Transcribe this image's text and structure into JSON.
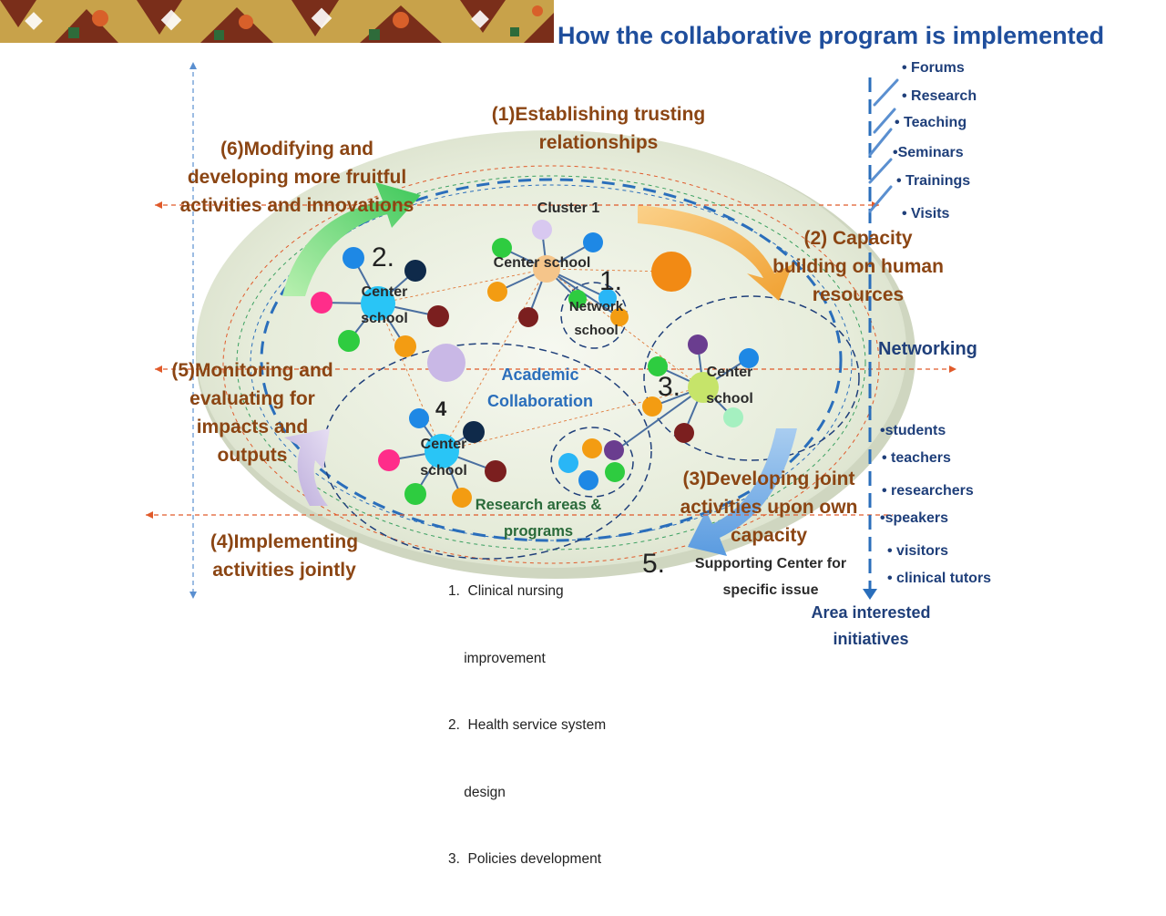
{
  "title": "How the collaborative program is implemented",
  "cycle_steps": {
    "s1": [
      "(1)Establishing trusting",
      "relationships"
    ],
    "s2": [
      "(2) Capacity",
      "building on human",
      "resources"
    ],
    "s3": [
      "(3)Developing joint",
      "activities upon own",
      "capacity"
    ],
    "s4": [
      "(4)Implementing",
      "activities jointly"
    ],
    "s5": [
      "(5)Monitoring and",
      "evaluating for",
      "impacts and",
      "outputs"
    ],
    "s6": [
      "(6)Modifying and",
      "developing more fruitful",
      "activities  and innovations"
    ]
  },
  "clusters": {
    "cluster_label": "Cluster 1",
    "center_school_top": "Center school",
    "num1": "1.",
    "network_school": [
      "Network",
      "school"
    ],
    "num2": "2.",
    "center_school_2": [
      "Center",
      "school"
    ],
    "num3": "3.",
    "center_school_3": [
      "Center",
      "school"
    ],
    "num4": "4",
    "center_school_4": [
      "Center",
      "school"
    ],
    "num5": "5.",
    "supporting_center": [
      "Supporting Center for",
      "specific issue"
    ]
  },
  "academic_collaboration": [
    "Academic",
    "Collaboration"
  ],
  "research_areas": {
    "heading": [
      "Research areas &",
      "programs"
    ],
    "items": [
      "1.  Clinical nursing",
      "    improvement",
      "2.  Health service system",
      "    design",
      "3.  Policies development"
    ]
  },
  "activities": [
    "Forums",
    "Research",
    "Teaching",
    "Seminars",
    "Trainings",
    "Visits"
  ],
  "networking_label": "Networking",
  "participants": [
    "students",
    "teachers",
    "researchers",
    "speakers",
    "visitors",
    "clinical tutors"
  ],
  "area_interested": [
    "Area interested",
    "initiatives"
  ],
  "colors": {
    "title": "#1f4e9c",
    "step_text": "#8b4513",
    "bullet_text": "#1f3f7a",
    "ellipse_fill": "#e9efde",
    "dashed_line": "#2a6ebb"
  }
}
